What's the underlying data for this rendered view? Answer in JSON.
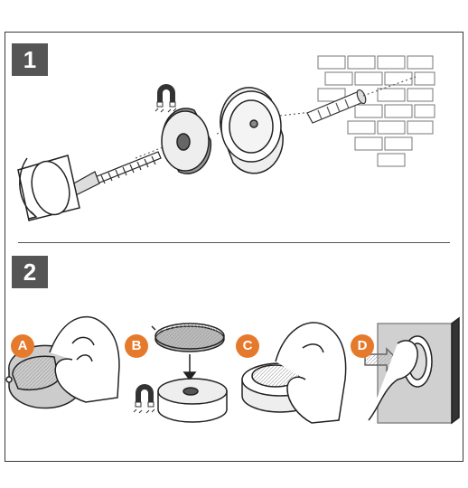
{
  "steps": [
    {
      "number": "1"
    },
    {
      "number": "2"
    }
  ],
  "substeps": [
    {
      "letter": "A"
    },
    {
      "letter": "B"
    },
    {
      "letter": "C"
    },
    {
      "letter": "D"
    }
  ],
  "colors": {
    "badge": "#555555",
    "accent": "#e57a2c",
    "line": "#2a2a2a"
  },
  "icons": [
    "magnet-icon",
    "screw",
    "wall-plug",
    "brick-wall",
    "magnet-disc",
    "cup-housing",
    "hand",
    "adhesive-pad",
    "push-arrow"
  ]
}
